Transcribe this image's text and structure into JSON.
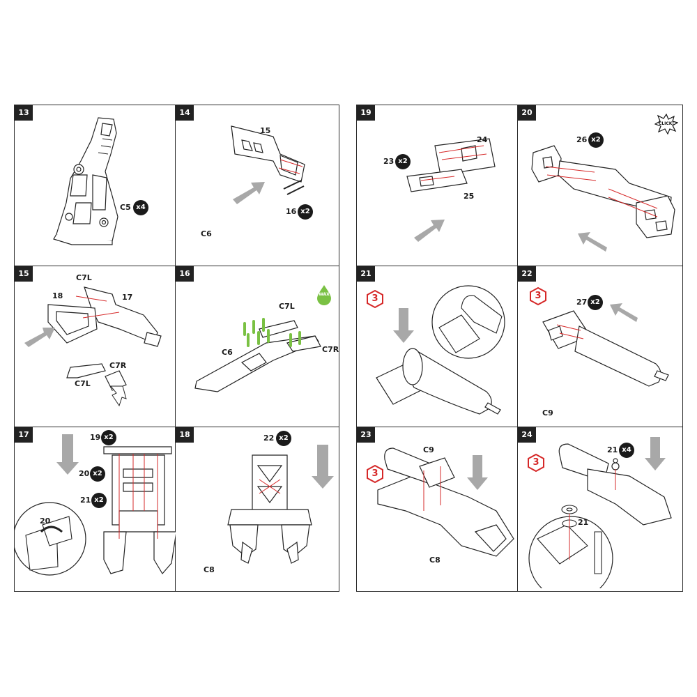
{
  "steps": {
    "s13": {
      "num": "13",
      "labels": {
        "c5": "C5"
      },
      "qty": {
        "c5": "x4"
      }
    },
    "s14": {
      "num": "14",
      "labels": {
        "p15": "15",
        "p16": "16",
        "c6": "C6"
      },
      "qty": {
        "p16": "x2"
      }
    },
    "s15": {
      "num": "15",
      "labels": {
        "c7l": "C7L",
        "p18": "18",
        "p17": "17",
        "c7r": "C7R"
      }
    },
    "s16": {
      "num": "16",
      "labels": {
        "c7l": "C7L",
        "c6": "C6",
        "c7r": "C7R",
        "wax": "WAX"
      }
    },
    "s17": {
      "num": "17",
      "labels": {
        "p19": "19",
        "p20": "20",
        "p21": "21",
        "p20b": "20"
      },
      "qty": {
        "p19": "x2",
        "p20": "x2",
        "p21": "x2"
      }
    },
    "s18": {
      "num": "18",
      "labels": {
        "p22": "22",
        "c8": "C8"
      },
      "qty": {
        "p22": "x2"
      }
    },
    "s19": {
      "num": "19",
      "labels": {
        "p23": "23",
        "p24": "24",
        "p25": "25"
      },
      "qty": {
        "p23": "x2"
      }
    },
    "s20": {
      "num": "20",
      "labels": {
        "p26": "26",
        "click": "CLICK!"
      },
      "qty": {
        "p26": "x2"
      }
    },
    "s21": {
      "num": "21",
      "badge": "3"
    },
    "s22": {
      "num": "22",
      "badge": "3",
      "labels": {
        "p27": "27",
        "c9": "C9"
      },
      "qty": {
        "p27": "x2"
      }
    },
    "s23": {
      "num": "23",
      "badge": "3",
      "labels": {
        "c9": "C9",
        "c8": "C8"
      }
    },
    "s24": {
      "num": "24",
      "badge": "3",
      "labels": {
        "p21": "21",
        "p21b": "21"
      },
      "qty": {
        "p21": "x4"
      }
    }
  },
  "colors": {
    "line": "#222222",
    "arrow": "#a8a8a8",
    "accent_red": "#d62828",
    "wax_green": "#7ac143",
    "badge": "#1a1a1a"
  },
  "icons": [
    "arrow-icon",
    "drop-icon",
    "hexagon-badge-icon",
    "burst-icon"
  ]
}
